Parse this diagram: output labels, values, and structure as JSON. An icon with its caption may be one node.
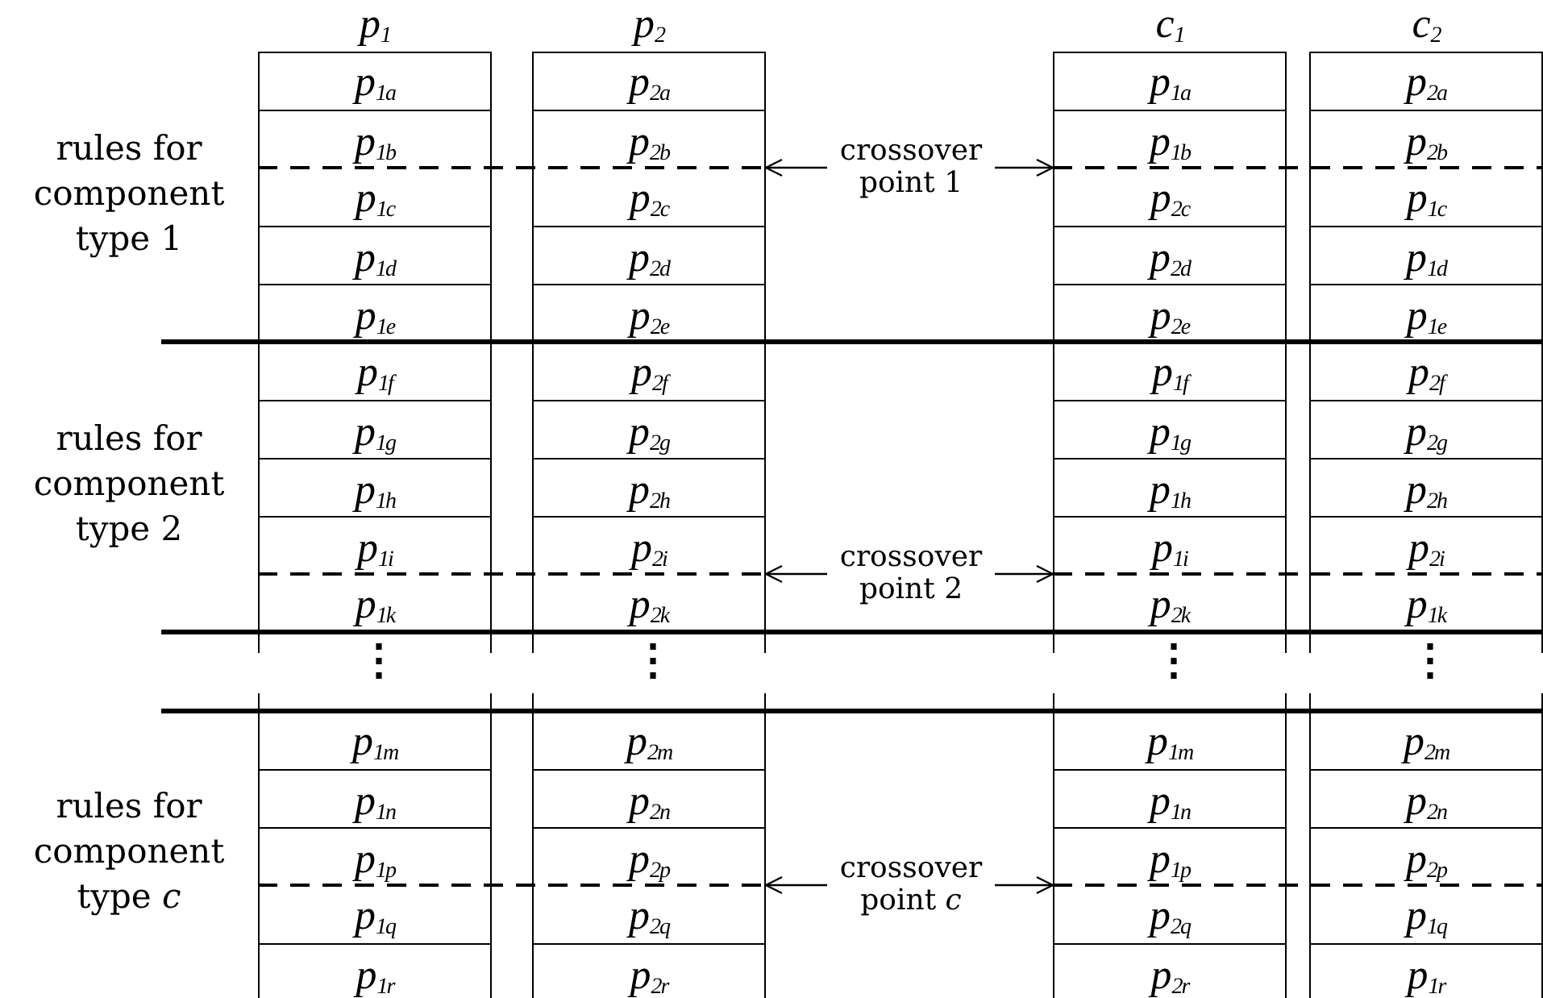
{
  "diagram": {
    "nodes": [
      {
        "text": [
          "p$_{1}$"
        ]
      },
      {
        "text": [
          "p$_{1a}$"
        ],
        "in": 0
      },
      {
        "text": [
          "p$_{1b}$"
        ],
        "in": 0
      },
      {
        "text": [
          "p$_{1c}$"
        ],
        "in": 0
      },
      {
        "text": [
          "p$_{1d}$"
        ],
        "in": 0
      },
      {
        "text": [
          "p$_{1e}$"
        ],
        "in": 0
      },
      {
        "text": [
          "p$_{1f}$"
        ],
        "in": 0
      },
      {
        "text": [
          "p$_{1g}$"
        ],
        "in": 0
      },
      {
        "text": [
          "p$_{1h}$"
        ],
        "in": 0
      },
      {
        "text": [
          "p$_{1i}$"
        ],
        "in": 0
      },
      {
        "text": [
          "p$_{1k}$"
        ],
        "in": 0
      },
      {
        "text": [
          "p$_{1m}$"
        ],
        "in": 0
      },
      {
        "text": [
          "p$_{1n}$"
        ],
        "in": 0
      },
      {
        "text": [
          "p$_{1p}$"
        ],
        "in": 0
      },
      {
        "text": [
          "p$_{1q}$"
        ],
        "in": 0
      },
      {
        "text": [
          "p$_{1r}$"
        ],
        "in": 0
      },
      {
        "text": [
          "p$_{2}$"
        ]
      },
      {
        "text": [
          "p$_{2a}$"
        ],
        "in": 16
      },
      {
        "text": [
          "p$_{2b}$"
        ],
        "in": 16
      },
      {
        "text": [
          "p$_{2c}$"
        ],
        "in": 16
      },
      {
        "text": [
          "p$_{2d}$"
        ],
        "in": 16
      },
      {
        "text": [
          "p$_{2e}$"
        ],
        "in": 16
      },
      {
        "text": [
          "p$_{2f}$"
        ],
        "in": 16
      },
      {
        "text": [
          "p$_{2g}$"
        ],
        "in": 16
      },
      {
        "text": [
          "p$_{2h}$"
        ],
        "in": 16
      },
      {
        "text": [
          "p$_{2i}$"
        ],
        "in": 16
      },
      {
        "text": [
          "p$_{2k}$"
        ],
        "in": 16
      },
      {
        "text": [
          "p$_{2m}$"
        ],
        "in": 16
      },
      {
        "text": [
          "p$_{2n}$"
        ],
        "in": 16
      },
      {
        "text": [
          "p$_{2p}$"
        ],
        "in": 16
      },
      {
        "text": [
          "p$_{2q}$"
        ],
        "in": 16
      },
      {
        "text": [
          "p$_{2r}$"
        ],
        "in": 16
      },
      {
        "text": [
          "crossover point 1"
        ]
      },
      {
        "text": [
          "crossover point 2"
        ]
      },
      {
        "text": [
          "crossover point *c*"
        ]
      },
      {
        "text": [
          "c$_{1}$"
        ]
      },
      {
        "text": [
          "p$_{1a}$"
        ],
        "in": 35
      },
      {
        "text": [
          "p$_{1b}$"
        ],
        "in": 35
      },
      {
        "text": [
          "p$_{2c}$"
        ],
        "in": 35
      },
      {
        "text": [
          "p$_{2d}$"
        ],
        "in": 35
      },
      {
        "text": [
          "p$_{2e}$"
        ],
        "in": 35
      },
      {
        "text": [
          "p$_{1f}$"
        ],
        "in": 35
      },
      {
        "text": [
          "p$_{1g}$"
        ],
        "in": 35
      },
      {
        "text": [
          "p$_{1h}$"
        ],
        "in": 35
      },
      {
        "text": [
          "p$_{1i}$"
        ],
        "in": 35
      },
      {
        "text": [
          "p$_{2k}$"
        ],
        "in": 35
      },
      {
        "text": [
          "p$_{1m}$"
        ],
        "in": 35
      },
      {
        "text": [
          "p$_{1n}$"
        ],
        "in": 35
      },
      {
        "text": [
          "p$_{1p}$"
        ],
        "in": 35
      },
      {
        "text": [
          "p$_{2q}$"
        ],
        "in": 35
      },
      {
        "text": [
          "p$_{2r}$"
        ],
        "in": 35
      },
      {
        "text": [
          "c$_{2}$"
        ]
      },
      {
        "text": [
          "p$_{2a}$"
        ],
        "in": 51
      },
      {
        "text": [
          "p$_{2b}$"
        ],
        "in": 51
      },
      {
        "text": [
          "p$_{1c}$"
        ],
        "in": 51
      },
      {
        "text": [
          "p$_{1d}$"
        ],
        "in": 51
      },
      {
        "text": [
          "p$_{1e}$"
        ],
        "in": 51
      },
      {
        "text": [
          "p$_{2f}$"
        ],
        "in": 51
      },
      {
        "text": [
          "p$_{2g}$"
        ],
        "in": 51
      },
      {
        "text": [
          "p$_{2h}$"
        ],
        "in": 51
      },
      {
        "text": [
          "p$_{2i}$"
        ],
        "in": 51
      },
      {
        "text": [
          "p$_{1k}$"
        ],
        "in": 51
      },
      {
        "text": [
          "p$_{2m}$"
        ],
        "in": 51
      },
      {
        "text": [
          "p$_{2n}$"
        ],
        "in": 51
      },
      {
        "text": [
          "p$_{2p}$"
        ],
        "in": 51
      },
      {
        "text": [
          "p$_{1q}$"
        ],
        "in": 51
      },
      {
        "text": [
          "p$_{1r}$"
        ],
        "in": 51
      }
    ],
    "edges": [
      {
        "from": 32,
        "to": 18,
        "arrow": "to"
      },
      {
        "from": 32,
        "to": 37,
        "arrow": "to"
      },
      {
        "from": 33,
        "to": 25,
        "arrow": "to"
      },
      {
        "from": 33,
        "to": 44,
        "arrow": "to"
      },
      {
        "from": 34,
        "to": 29,
        "arrow": "to"
      },
      {
        "from": 34,
        "to": 48,
        "arrow": "to"
      }
    ],
    "labels": [
      "rules for component type 1",
      "rules for component type 2",
      "⋮",
      "⋮",
      "⋮",
      "⋮",
      "rules for component type *c*"
    ]
  }
}
